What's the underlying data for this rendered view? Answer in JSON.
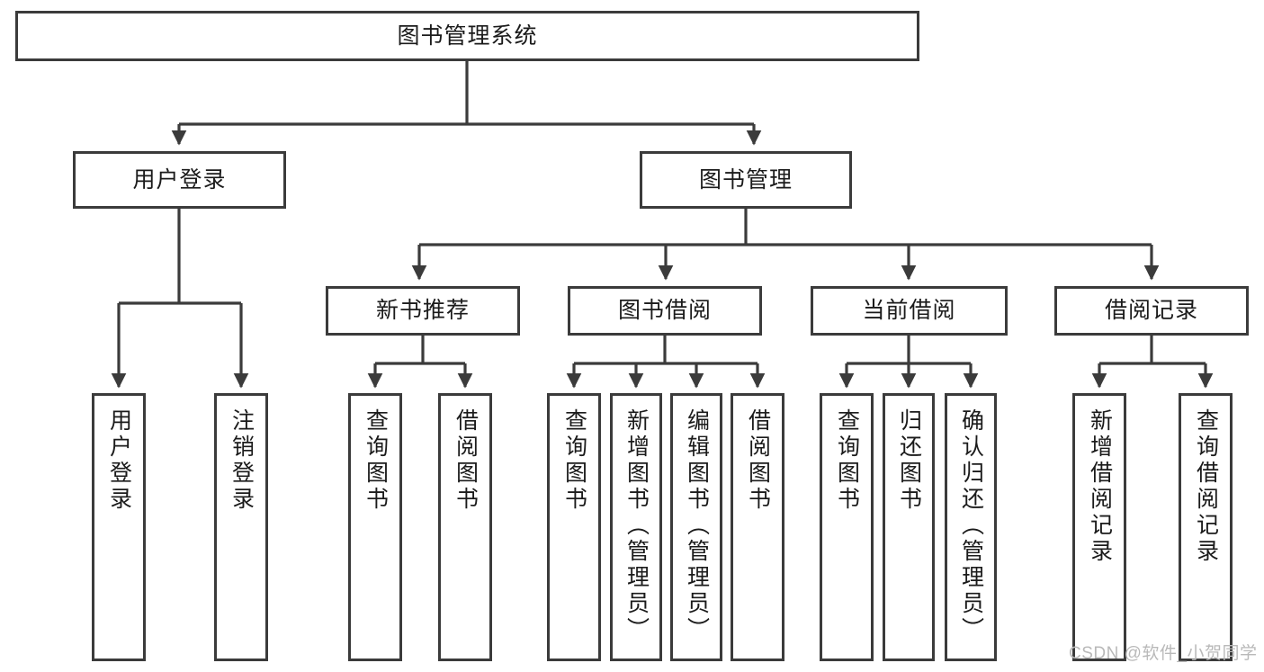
{
  "diagram": {
    "type": "tree",
    "title": "图书管理系统",
    "root": {
      "label": "图书管理系统"
    },
    "level2": [
      {
        "label": "用户登录"
      },
      {
        "label": "图书管理"
      }
    ],
    "level3": [
      {
        "label": "新书推荐"
      },
      {
        "label": "图书借阅"
      },
      {
        "label": "当前借阅"
      },
      {
        "label": "借阅记录"
      }
    ],
    "leaves": [
      {
        "label": "用户登录",
        "parent": "用户登录"
      },
      {
        "label": "注销登录",
        "parent": "用户登录"
      },
      {
        "label": "查询图书",
        "parent": "新书推荐"
      },
      {
        "label": "借阅图书",
        "parent": "新书推荐"
      },
      {
        "label": "查询图书",
        "parent": "图书借阅"
      },
      {
        "label": "新增图书（管理员）",
        "parent": "图书借阅"
      },
      {
        "label": "编辑图书（管理员）",
        "parent": "图书借阅"
      },
      {
        "label": "借阅图书",
        "parent": "图书借阅"
      },
      {
        "label": "查询图书",
        "parent": "当前借阅"
      },
      {
        "label": "归还图书",
        "parent": "当前借阅"
      },
      {
        "label": "确认归还（管理员）",
        "parent": "当前借阅"
      },
      {
        "label": "新增借阅记录",
        "parent": "借阅记录"
      },
      {
        "label": "查询借阅记录",
        "parent": "借阅记录"
      }
    ]
  },
  "watermark": {
    "text": "CSDN @软件_小贺同学"
  },
  "colors": {
    "stroke": "#3b3b3b",
    "fill": "#ffffff",
    "text": "#1b1b1b",
    "watermark": "#b9b9b9"
  }
}
